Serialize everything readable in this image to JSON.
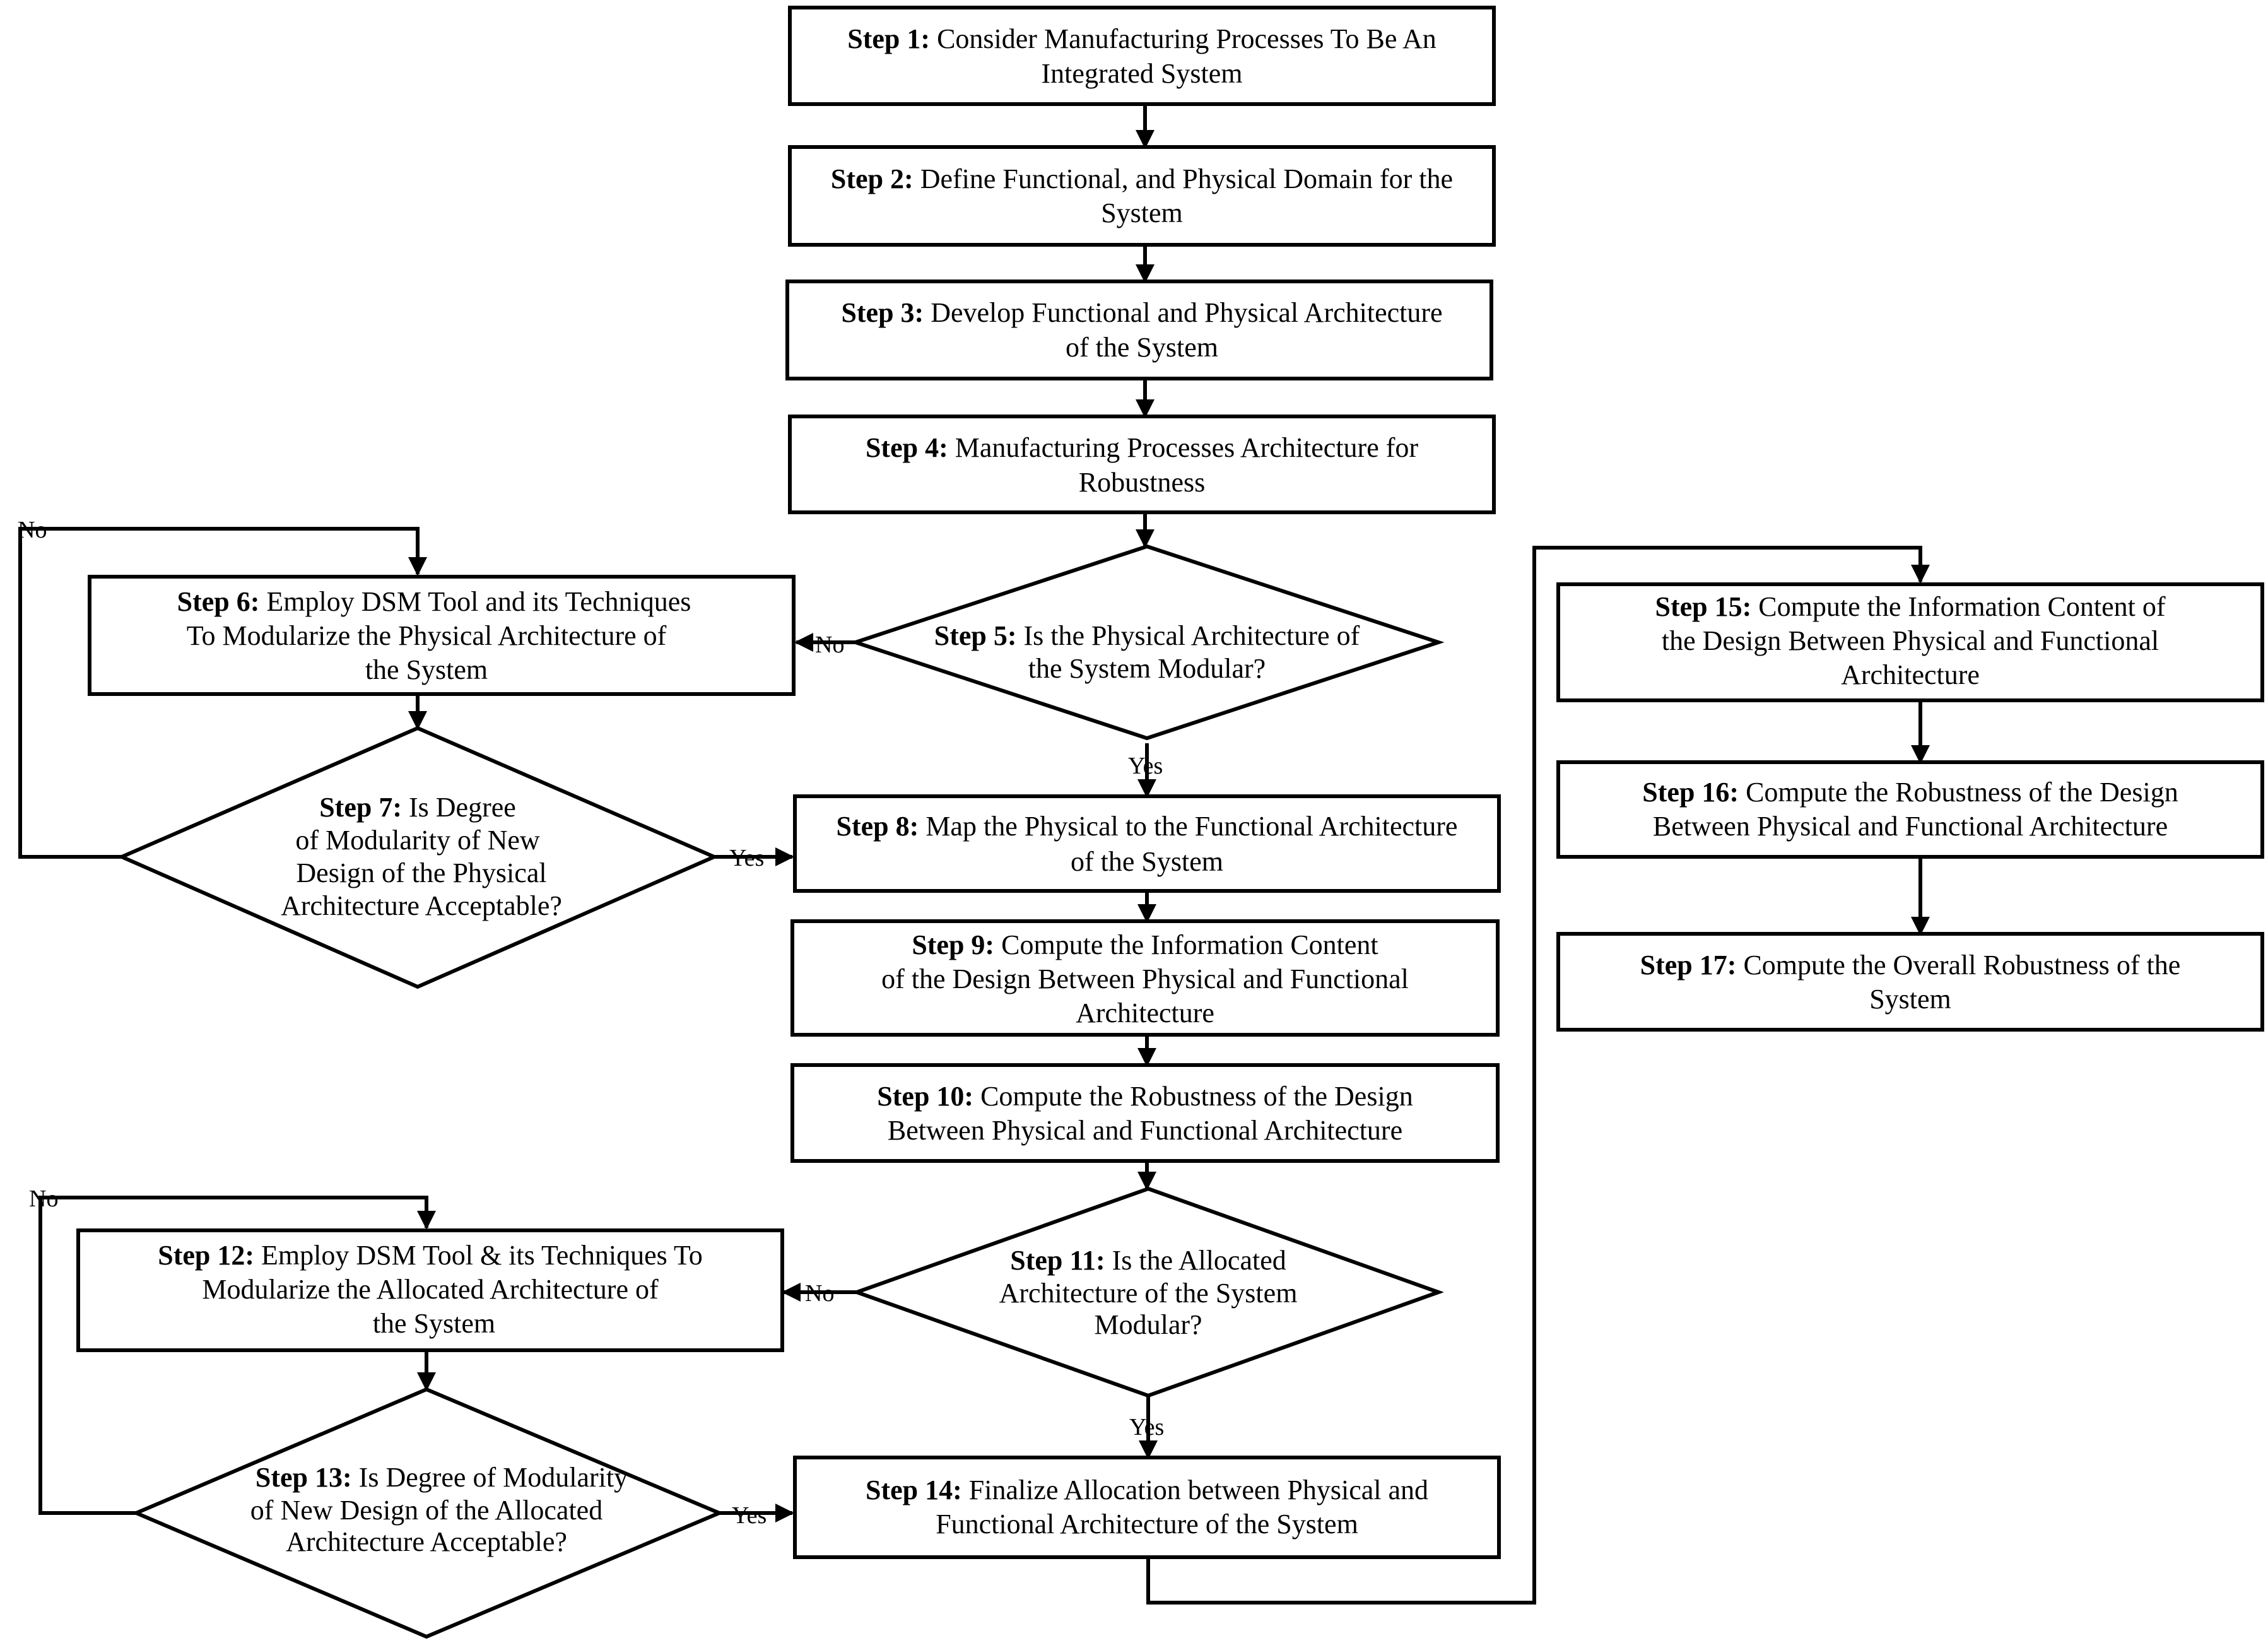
{
  "steps": {
    "s1": {
      "num": "Step 1:",
      "l1": "Consider Manufacturing Processes To Be An",
      "l2": "Integrated System"
    },
    "s2": {
      "num": "Step 2:",
      "l1": "Define Functional, and Physical Domain for the",
      "l2": "System"
    },
    "s3": {
      "num": "Step 3:",
      "l1": "Develop Functional and Physical Architecture",
      "l2": "of the System"
    },
    "s4": {
      "num": "Step 4:",
      "l1": "Manufacturing Processes Architecture for",
      "l2": "Robustness"
    },
    "s5": {
      "num": "Step 5:",
      "l1": "Is the Physical Architecture of",
      "l2": "the System Modular?"
    },
    "s6": {
      "num": "Step 6:",
      "l1": "Employ DSM Tool and its Techniques",
      "l2": "To Modularize the Physical Architecture of",
      "l3": "the System"
    },
    "s7": {
      "num": "Step 7:",
      "l1": "Is Degree",
      "l2": "of Modularity of New",
      "l3": "Design of the Physical",
      "l4": "Architecture Acceptable?"
    },
    "s8": {
      "num": "Step 8:",
      "l1": "Map the Physical to the Functional Architecture",
      "l2": "of the System"
    },
    "s9": {
      "num": "Step 9:",
      "l1": "Compute the Information Content",
      "l2": "of the Design Between Physical and Functional",
      "l3": "Architecture"
    },
    "s10": {
      "num": "Step 10:",
      "l1": "Compute the Robustness of the Design",
      "l2": "Between Physical and Functional Architecture"
    },
    "s11": {
      "num": "Step 11:",
      "l1": "Is the Allocated",
      "l2": "Architecture of the System",
      "l3": "Modular?"
    },
    "s12": {
      "num": "Step 12:",
      "l1": "Employ DSM Tool & its Techniques To",
      "l2": "Modularize the Allocated Architecture of",
      "l3": "the System"
    },
    "s13": {
      "num": "Step 13:",
      "l1": "Is Degree of Modularity",
      "l2": "of New Design of the Allocated",
      "l3": "Architecture Acceptable?"
    },
    "s14": {
      "num": "Step 14:",
      "l1": "Finalize Allocation between Physical and",
      "l2": "Functional Architecture of the System"
    },
    "s15": {
      "num": "Step 15:",
      "l1": "Compute the Information Content of",
      "l2": "the Design Between Physical and Functional",
      "l3": "Architecture"
    },
    "s16": {
      "num": "Step 16:",
      "l1": "Compute the Robustness of the Design",
      "l2": "Between Physical and Functional Architecture"
    },
    "s17": {
      "num": "Step 17:",
      "l1": "Compute the Overall Robustness of the",
      "l2": "System"
    }
  },
  "labels": {
    "yes": "Yes",
    "no": "No"
  }
}
